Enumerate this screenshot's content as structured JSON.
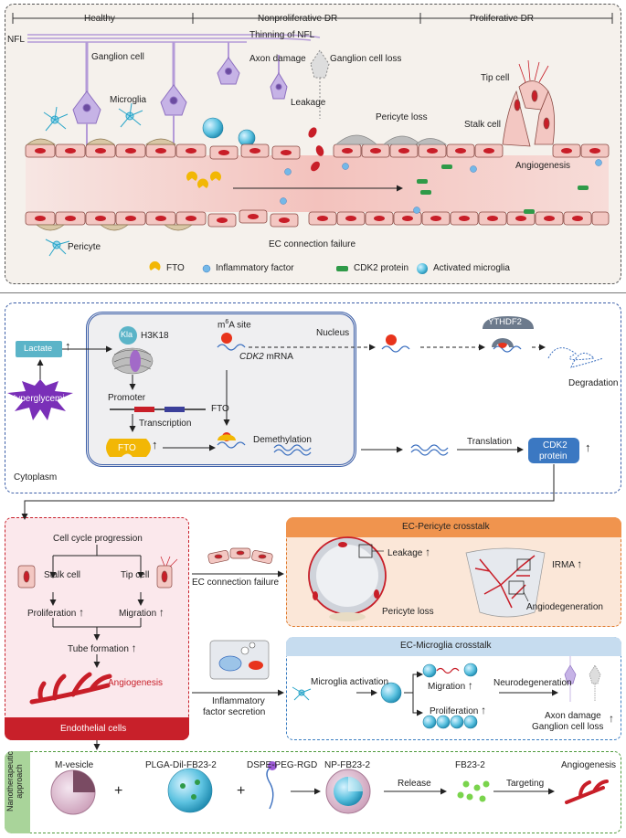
{
  "colors": {
    "ec_fill": "#f3c7c2",
    "ec_nucleus": "#c81e28",
    "fto": "#f2b705",
    "inflam": "#74b8e8",
    "cdk2": "#2f9a48",
    "microglia": "#2aa6c9",
    "neuron": "#b49ad8",
    "lactate": "#5bb4c8",
    "hyperglycemia": "#7a2fb8",
    "ec_pericyte_header": "#f0944e",
    "ec_microglia_header": "#c6dcef",
    "endothelial_footer": "#c8202a",
    "nano_label": "#a9d49a"
  },
  "top": {
    "stages": [
      "Healthy",
      "Nonproliferative DR",
      "Proliferative DR"
    ],
    "labels": {
      "nfl": "NFL",
      "thinning": "Thinning of NFL",
      "ganglion": "Ganglion cell",
      "axon_damage": "Axon damage",
      "ganglion_loss": "Ganglion cell loss",
      "tip_cell": "Tip cell",
      "microglia": "Microglia",
      "leakage": "Leakage",
      "pericyte_loss": "Pericyte loss",
      "stalk_cell": "Stalk cell",
      "angiogenesis": "Angiogenesis",
      "pericyte": "Pericyte",
      "ec_failure": "EC connection failure"
    },
    "legend": [
      "FTO",
      "Inflammatory factor",
      "CDK2 protein",
      "Activated microglia"
    ]
  },
  "mech": {
    "lactate": "Lactate",
    "hyperglycemia": "Hyperglycemia",
    "cytoplasm": "Cytoplasm",
    "nucleus": "Nucleus",
    "kla": "Kla",
    "h3k18": "H3K18",
    "promoter": "Promoter",
    "fto_gene": "FTO",
    "transcription": "Transcription",
    "fto_protein": "FTO",
    "m6a_m": "m",
    "m6a_sup": "6",
    "m6a_rest": "A site",
    "cdk2_italic": "CDK2",
    "mrna": " mRNA",
    "demethylation": "Demethylation",
    "ythdf2": "YTHDF2",
    "degradation": "Degradation",
    "translation": "Translation",
    "cdk2_protein_1": "CDK2",
    "cdk2_protein_2": "protein",
    "up": "↑"
  },
  "ec": {
    "cell_cycle": "Cell cycle progression",
    "stalk": "Stalk cell",
    "tip": "Tip cell",
    "proliferation": "Proliferation",
    "migration": "Migration",
    "tube": "Tube formation",
    "angiogenesis": "Angiogenesis",
    "footer": "Endothelial cells"
  },
  "mid": {
    "ec_failure": "EC connection failure",
    "inflam_1": "Inflammatory",
    "inflam_2": "factor secretion"
  },
  "pericyte_box": {
    "title": "EC-Pericyte crosstalk",
    "leakage": "Leakage",
    "pericyte_loss": "Pericyte loss",
    "irma": "IRMA",
    "angiodegeneration": "Angiodegeneration"
  },
  "microglia_box": {
    "title": "EC-Microglia crosstalk",
    "activation": "Microglia activation",
    "migration": "Migration",
    "proliferation": "Proliferation",
    "neurodegeneration": "Neurodegeneration",
    "axon": "Axon damage",
    "ganglion": "Ganglion cell loss"
  },
  "nano": {
    "side_1": "Nanotherapeutic",
    "side_2": "approach",
    "items": [
      "M-vesicle",
      "PLGA-Dil-FB23-2",
      "DSPE-PEG-RGD",
      "NP-FB23-2",
      "FB23-2",
      "Angiogenesis"
    ],
    "release": "Release",
    "targeting": "Targeting",
    "plus": "+"
  }
}
